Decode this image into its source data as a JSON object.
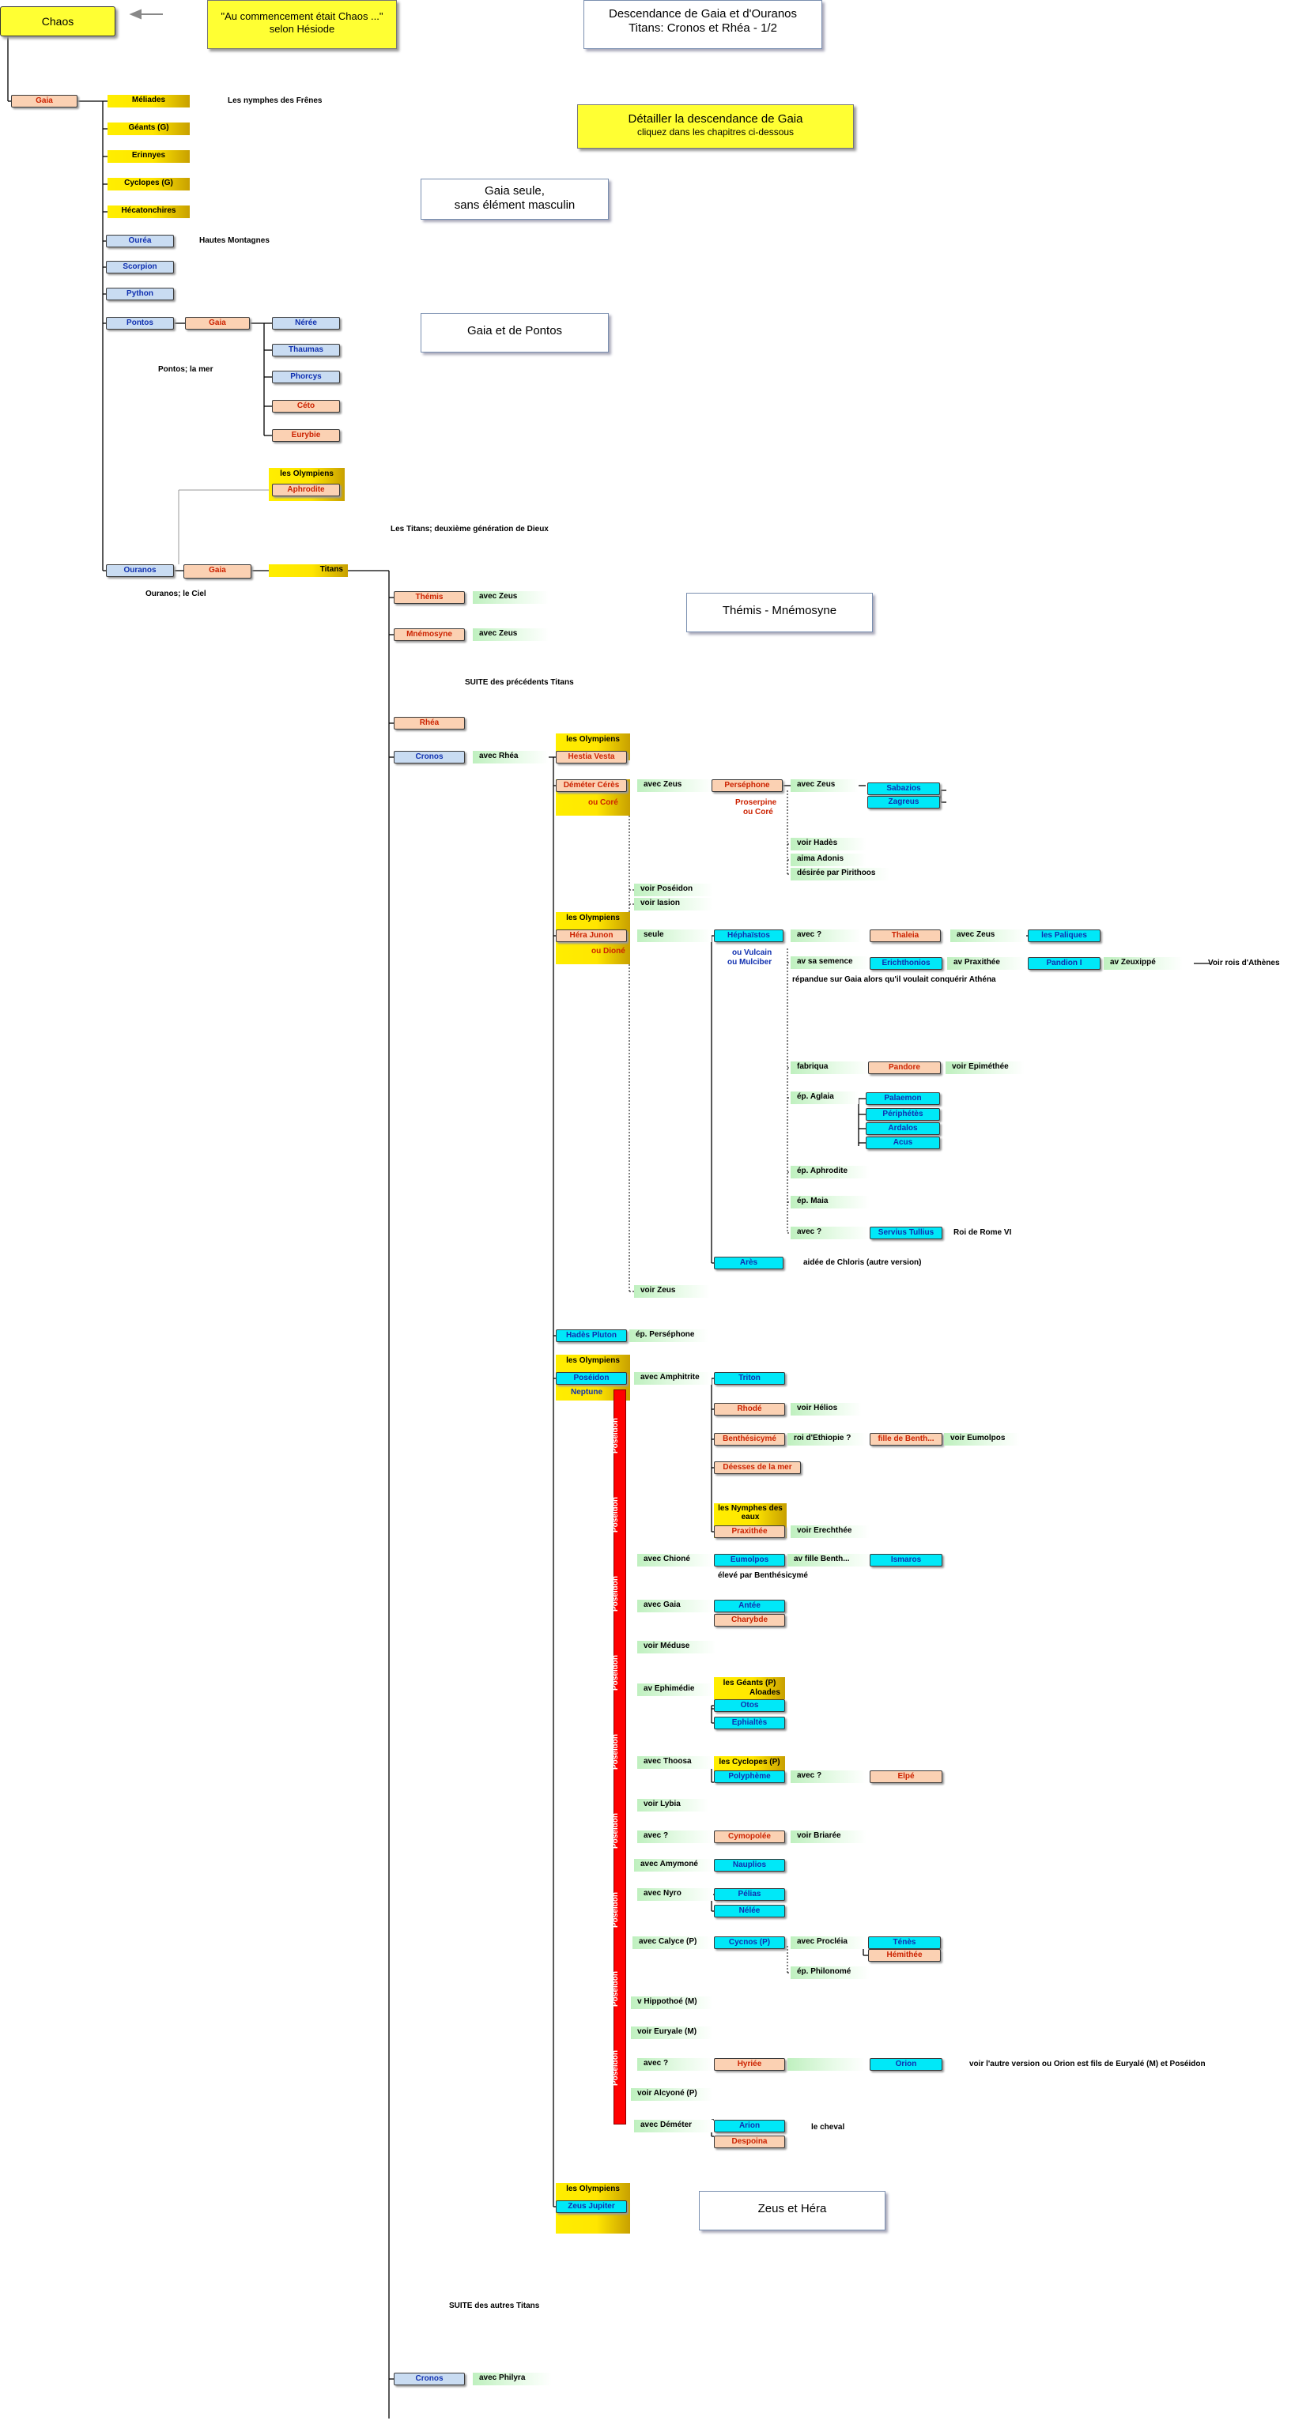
{
  "header": {
    "title_line1": "Descendance de Gaia et d'Ouranos",
    "title_line2": "Titans: Cronos et Rhéa - 1/2"
  },
  "chaos": {
    "label": "Chaos",
    "quote_line1": "\"Au commencement était Chaos ...\"",
    "quote_line2": "selon Hésiode"
  },
  "detail_box": {
    "line1": "Détailler la descendance de Gaia",
    "line2": "cliquez dans les chapitres ci-dessous"
  },
  "chapters": {
    "gaia_seule_line1": "Gaia seule,",
    "gaia_seule_line2": "sans élément masculin",
    "gaia_pontos": "Gaia et de Pontos",
    "themis_mnemosyne": "Thémis - Mnémosyne",
    "zeus_hera": "Zeus et Héra"
  },
  "gaia_children": {
    "gaia": "Gaia",
    "meliades": "Méliades",
    "geants": "Géants (G)",
    "erinnyes": "Erinnyes",
    "cyclopes": "Cyclopes (G)",
    "hecatonchires": "Hécatonchires",
    "ourea": "Ouréa",
    "scorpion": "Scorpion",
    "python": "Python",
    "pontos": "Pontos",
    "ouranos": "Ouranos",
    "nymphes_frenes": "Les nymphes des Frênes",
    "hautes_montagnes": "Hautes Montagnes",
    "pontos_mer": "Pontos; la mer",
    "ouranos_ciel": "Ouranos; le Ciel"
  },
  "pontos_children": {
    "gaia": "Gaia",
    "neree": "Nérée",
    "thaumas": "Thaumas",
    "phorcys": "Phorcys",
    "ceto": "Céto",
    "eurybie": "Eurybie"
  },
  "olympiens_aphrodite": {
    "olympiens": "les Olympiens",
    "aphrodite": "Aphrodite"
  },
  "ouranos_line": {
    "gaia": "Gaia",
    "titans": "Titans",
    "note": "Les Titans; deuxième génération de Dieux"
  },
  "titans": {
    "themis": "Thémis",
    "themis_avec": "avec Zeus",
    "mnemosyne": "Mnémosyne",
    "mnemosyne_avec": "avec Zeus",
    "suite_precedents": "SUITE des précédents Titans",
    "rhea": "Rhéa",
    "cronos": "Cronos",
    "cronos_avec": "avec Rhéa",
    "suite_autres": "SUITE des autres Titans",
    "cronos2": "Cronos",
    "cronos2_avec": "avec Philyra"
  },
  "hestia": {
    "olympiens": "les Olympiens",
    "name": "Hestia Vesta"
  },
  "demeter": {
    "name": "Déméter Cérès",
    "alias": "ou Coré",
    "avec_zeus": "avec Zeus",
    "persephone": "Perséphone",
    "persephone_alias1": "Proserpine",
    "persephone_alias2": "ou Coré",
    "avec_zeus2": "avec Zeus",
    "sabazios": "Sabazios",
    "zagreus": "Zagreus",
    "voir_hades": "voir Hadès",
    "aima_adonis": "aima Adonis",
    "desiree": "désirée par Pirithoos",
    "voir_poseidon": "voir Poséidon",
    "voir_iasion": "voir Iasion"
  },
  "hera": {
    "olympiens": "les Olympiens",
    "name": "Héra Junon",
    "alias": "ou Dioné",
    "seule": "seule",
    "hephaistos": "Héphaïstos",
    "vulcain1": "ou Vulcain",
    "vulcain2": "ou Mulciber",
    "avec_q": "avec ?",
    "thaleia": "Thaleia",
    "avec_zeus": "avec Zeus",
    "paliques": "les Paliques",
    "av_semence": "av sa semence",
    "erichthonios": "Erichthonios",
    "av_praxithee": "av Praxithée",
    "pandion": "Pandion I",
    "av_zeuxippe": "av Zeuxippé",
    "voir_rois": "Voir rois d'Athènes",
    "repandue": "répandue sur Gaia alors qu'il voulait conquérir Athéna",
    "fabriqua": "fabriqua",
    "pandore": "Pandore",
    "voir_epimethee": "voir Epiméthée",
    "ep_aglaia": "ép. Aglaia",
    "palaemon": "Palaemon",
    "periphetes": "Périphétès",
    "ardalos": "Ardalos",
    "acus": "Acus",
    "ep_aphrodite": "ép. Aphrodite",
    "ep_maia": "ép. Maia",
    "avec_q2": "avec ?",
    "servius": "Servius Tullius",
    "roi_rome": "Roi de Rome VI",
    "ares": "Arès",
    "aidee": "aidée de Chloris (autre version)",
    "voir_zeus": "voir Zeus"
  },
  "hades": {
    "name": "Hadès Pluton",
    "ep": "ép. Perséphone"
  },
  "poseidon": {
    "olympiens": "les Olympiens",
    "name": "Poséidon",
    "neptune": "Neptune",
    "vlabel": "Poséidon",
    "avec_amphitrite": "avec Amphitrite",
    "triton": "Triton",
    "rhode": "Rhodé",
    "voir_helios": "voir Hélios",
    "benthesicyme": "Benthésicymé",
    "roi_ethiopie": "roi d'Ethiopie ?",
    "fille_benth": "fille de Benth...",
    "voir_eumolpos": "voir Eumolpos",
    "deesses": "Déesses de la mer",
    "nymphes": "les Nymphes des eaux",
    "praxithee": "Praxithée",
    "voir_erechthee": "voir Erechthée",
    "avec_chione": "avec Chioné",
    "eumolpos": "Eumolpos",
    "av_fille_benth": "av fille Benth...",
    "ismaros": "Ismaros",
    "eleve": "élevé par Benthésicymé",
    "avec_gaia": "avec Gaia",
    "antee": "Antée",
    "charybde": "Charybde",
    "voir_meduse": "voir Méduse",
    "av_ephimedie": "av Ephimédie",
    "geants_p": "les Géants (P)",
    "aloades": "Aloades",
    "otos": "Otos",
    "ephialtes": "Ephialtès",
    "avec_thoosa": "avec Thoosa",
    "cyclopes_p": "les Cyclopes (P)",
    "polypheme": "Polyphème",
    "avec_q": "avec ?",
    "elpe": "Elpé",
    "voir_lybia": "voir Lybia",
    "avec_q2": "avec ?",
    "cymopolee": "Cymopolée",
    "voir_briaree": "voir Briarée",
    "avec_amymone": "avec Amymoné",
    "nauplios": "Nauplios",
    "avec_nyro": "avec Nyro",
    "pelias": "Pélias",
    "nelee": "Nélée",
    "avec_calyce": "avec Calyce (P)",
    "cycnos": "Cycnos (P)",
    "avec_proclea": "avec Procléia",
    "tenes": "Ténès",
    "hemithee": "Hémithée",
    "ep_philonome": "ép. Philonomé",
    "hippothoe": "v Hippothoé (M)",
    "euryale": "voir Euryale (M)",
    "avec_q3": "avec ?",
    "hyriee": "Hyriée",
    "orion": "Orion",
    "orion_note": "voir l'autre version ou Orion est fils de Euryalé (M) et Poséidon",
    "alcyone": "voir Alcyoné (P)",
    "avec_demeter": "avec Déméter",
    "arion": "Arion",
    "despoina": "Despoina",
    "cheval": "le cheval"
  },
  "zeus": {
    "olympiens": "les Olympiens",
    "name": "Zeus Jupiter"
  }
}
